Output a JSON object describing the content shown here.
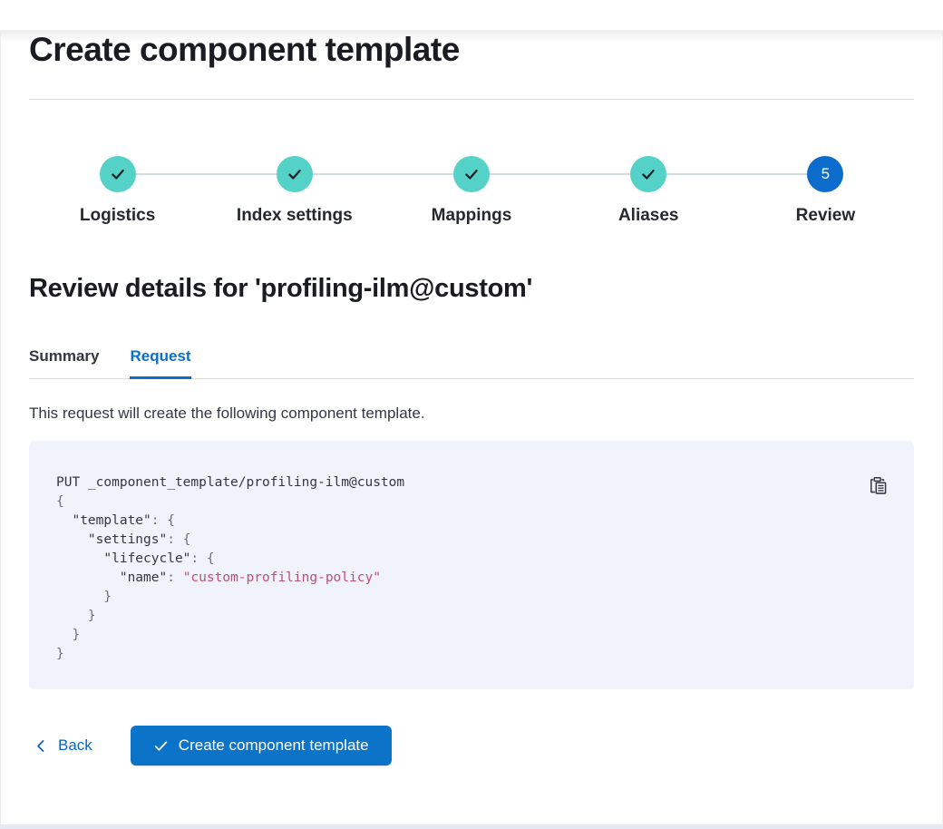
{
  "page": {
    "title": "Create component template"
  },
  "stepper": {
    "steps": [
      {
        "label": "Logistics",
        "status": "complete"
      },
      {
        "label": "Index settings",
        "status": "complete"
      },
      {
        "label": "Mappings",
        "status": "complete"
      },
      {
        "label": "Aliases",
        "status": "complete"
      },
      {
        "label": "Review",
        "status": "current",
        "number": "5"
      }
    ]
  },
  "review": {
    "heading": "Review details for 'profiling-ilm@custom'",
    "tabs": [
      {
        "label": "Summary",
        "selected": false
      },
      {
        "label": "Request",
        "selected": true
      }
    ],
    "description": "This request will create the following component template."
  },
  "code_block": {
    "language": "json",
    "copy_icon": "copy-icon",
    "lines": [
      [
        {
          "t": "plain",
          "s": "PUT _component_template/profiling-ilm@custom"
        }
      ],
      [
        {
          "t": "punct",
          "s": "{"
        }
      ],
      [
        {
          "t": "plain",
          "s": "  \"template\""
        },
        {
          "t": "punct",
          "s": ": {"
        }
      ],
      [
        {
          "t": "plain",
          "s": "    \"settings\""
        },
        {
          "t": "punct",
          "s": ": {"
        }
      ],
      [
        {
          "t": "plain",
          "s": "      \"lifecycle\""
        },
        {
          "t": "punct",
          "s": ": {"
        }
      ],
      [
        {
          "t": "plain",
          "s": "        \"name\""
        },
        {
          "t": "punct",
          "s": ": "
        },
        {
          "t": "string",
          "s": "\"custom-profiling-policy\""
        }
      ],
      [
        {
          "t": "punct",
          "s": "      }"
        }
      ],
      [
        {
          "t": "punct",
          "s": "    }"
        }
      ],
      [
        {
          "t": "punct",
          "s": "  }"
        }
      ],
      [
        {
          "t": "punct",
          "s": "}"
        }
      ]
    ]
  },
  "footer": {
    "back_label": "Back",
    "create_label": "Create component template"
  },
  "colors": {
    "step_complete": "#54d2c8",
    "step_current": "#0b6ccb",
    "tab_selected": "#0a70c7",
    "link_blue": "#0b63c4",
    "button_blue": "#0b74c9",
    "code_panel_bg": "#f0f3fa",
    "code_string": "#bd4c78",
    "code_punct": "#69707d",
    "divider": "#d3dae6"
  }
}
